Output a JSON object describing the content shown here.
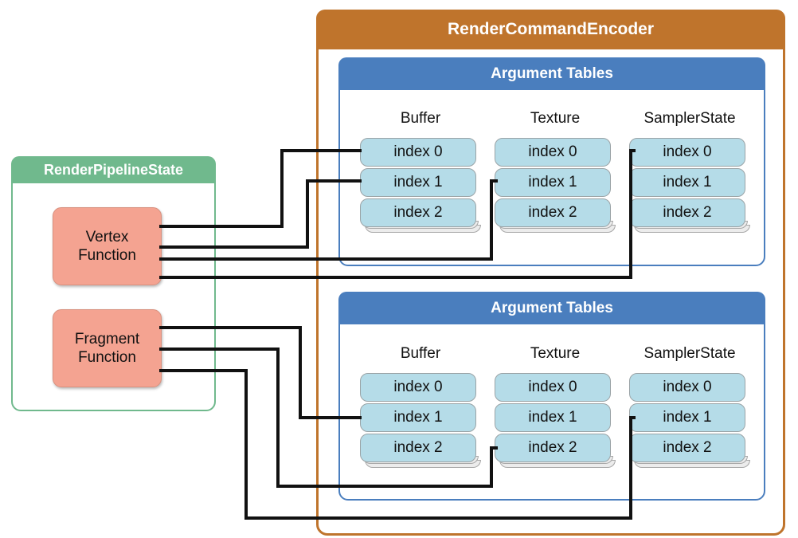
{
  "diagram": {
    "title_encoder": "RenderCommandEncoder",
    "title_pipeline": "RenderPipelineState",
    "argument_tables_label": "Argument Tables",
    "column_labels": [
      "Buffer",
      "Texture",
      "SamplerState"
    ],
    "index_labels": [
      "index 0",
      "index 1",
      "index 2"
    ],
    "functions": [
      {
        "line1": "Vertex",
        "line2": "Function"
      },
      {
        "line1": "Fragment",
        "line2": "Function"
      }
    ],
    "colors": {
      "encoder": "#BF742C",
      "pipeline": "#70B98D",
      "argument_table": "#4A7EBE",
      "function_box": "#F4A391",
      "index_pill": "#B5DCE8",
      "connector": "#111111"
    },
    "tables": [
      {
        "name": "vertex-argument-tables",
        "label": "Argument Tables",
        "columns": [
          {
            "label": "Buffer",
            "entries": [
              "index 0",
              "index 1",
              "index 2"
            ]
          },
          {
            "label": "Texture",
            "entries": [
              "index 0",
              "index 1",
              "index 2"
            ]
          },
          {
            "label": "SamplerState",
            "entries": [
              "index 0",
              "index 1",
              "index 2"
            ]
          }
        ]
      },
      {
        "name": "fragment-argument-tables",
        "label": "Argument Tables",
        "columns": [
          {
            "label": "Buffer",
            "entries": [
              "index 0",
              "index 1",
              "index 2"
            ]
          },
          {
            "label": "Texture",
            "entries": [
              "index 0",
              "index 1",
              "index 2"
            ]
          },
          {
            "label": "SamplerState",
            "entries": [
              "index 0",
              "index 1",
              "index 2"
            ]
          }
        ]
      }
    ],
    "connections": [
      {
        "from": "Vertex Function",
        "to": "Buffer index 0"
      },
      {
        "from": "Vertex Function",
        "to": "Buffer index 1"
      },
      {
        "from": "Vertex Function",
        "to": "Texture index 1"
      },
      {
        "from": "Vertex Function",
        "to": "SamplerState index 0"
      },
      {
        "from": "Fragment Function",
        "to": "Buffer index 1"
      },
      {
        "from": "Fragment Function",
        "to": "Texture index 2"
      },
      {
        "from": "Fragment Function",
        "to": "SamplerState index 1"
      }
    ]
  }
}
